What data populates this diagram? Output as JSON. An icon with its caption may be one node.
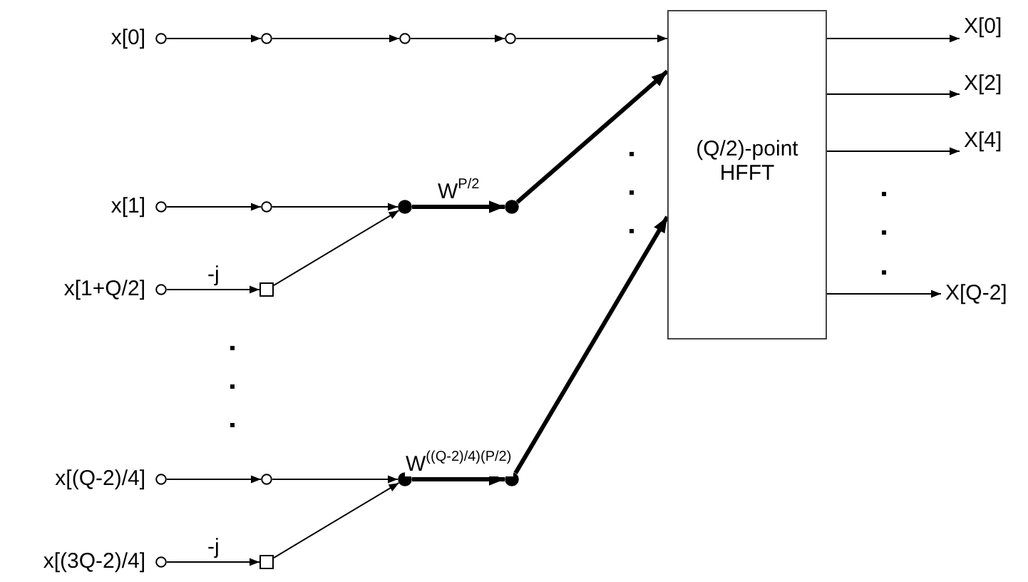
{
  "diagram": {
    "nodes": [
      {
        "text": [],
        "shape": "circle",
        "beside": [
          "x[0]"
        ]
      },
      {
        "text": [],
        "shape": "circle"
      },
      {
        "text": [],
        "shape": "circle"
      },
      {
        "text": [],
        "shape": "circle"
      },
      {
        "text": [
          "(Q/2)-point HFFT"
        ]
      },
      {
        "text": [
          "X[0]"
        ]
      },
      {
        "text": [
          "X[2]"
        ]
      },
      {
        "text": [
          "X[4]"
        ]
      },
      {
        "text": [
          "X[Q-2]"
        ]
      },
      {
        "text": [],
        "shape": "circle",
        "beside": [
          "x[1]"
        ]
      },
      {
        "text": [],
        "shape": "circle"
      },
      {
        "text": [],
        "shape": "circle"
      },
      {
        "text": [],
        "shape": "circle"
      },
      {
        "text": [],
        "shape": "circle",
        "beside": [
          "x[1+Q/2]"
        ]
      },
      {
        "text": [],
        "shape": "box"
      },
      {
        "text": [],
        "shape": "circle",
        "beside": [
          "x[(Q-2)/4]"
        ]
      },
      {
        "text": [],
        "shape": "circle"
      },
      {
        "text": [],
        "shape": "circle"
      },
      {
        "text": [],
        "shape": "circle"
      },
      {
        "text": [],
        "shape": "circle",
        "beside": [
          "x[(3Q-2)/4]"
        ]
      },
      {
        "text": [],
        "shape": "box"
      }
    ],
    "edges": [
      {
        "from": 0,
        "to": 1,
        "arrow": "to"
      },
      {
        "from": 1,
        "to": 2,
        "arrow": "to"
      },
      {
        "from": 2,
        "to": 3,
        "arrow": "to"
      },
      {
        "from": 3,
        "to": 4,
        "arrow": "to"
      },
      {
        "from": 4,
        "to": 5,
        "arrow": "to"
      },
      {
        "from": 4,
        "to": 6,
        "arrow": "to"
      },
      {
        "from": 4,
        "to": 7,
        "arrow": "to"
      },
      {
        "from": 4,
        "to": 8,
        "arrow": "to"
      },
      {
        "from": 9,
        "to": 10,
        "arrow": "to"
      },
      {
        "from": 10,
        "to": 11,
        "arrow": "to"
      },
      {
        "from": 13,
        "to": 14,
        "arrow": "to",
        "label": "-j"
      },
      {
        "from": 14,
        "to": 11,
        "arrow": "to"
      },
      {
        "from": 11,
        "to": 12,
        "arrow": "to",
        "label": "W$^{P/2}$",
        "style": "thick"
      },
      {
        "from": 12,
        "to": 4,
        "arrow": "to",
        "style": "thick"
      },
      {
        "from": 15,
        "to": 16,
        "arrow": "to"
      },
      {
        "from": 16,
        "to": 17,
        "arrow": "to"
      },
      {
        "from": 19,
        "to": 20,
        "arrow": "to",
        "label": "-j"
      },
      {
        "from": 20,
        "to": 17,
        "arrow": "to"
      },
      {
        "from": 17,
        "to": 18,
        "arrow": "to",
        "label": "W$^{((Q-2)/4)(P/2)}$",
        "style": "thick"
      },
      {
        "from": 18,
        "to": 4,
        "arrow": "to",
        "style": "thick"
      }
    ]
  }
}
